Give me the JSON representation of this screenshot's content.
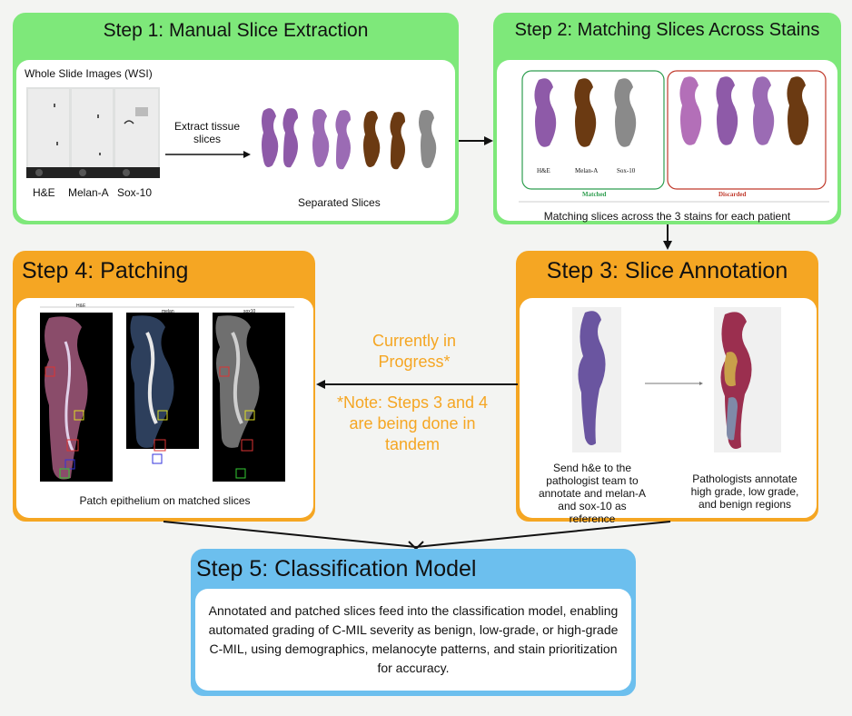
{
  "step1": {
    "title": "Step 1: Manual Slice Extraction",
    "wsi_label": "Whole Slide Images (WSI)",
    "stains": [
      "H&E",
      "Melan-A",
      "Sox-10"
    ],
    "arrow_label": "Extract tissue slices",
    "separated_label": "Separated Slices"
  },
  "step2": {
    "title": "Step 2: Matching Slices Across Stains",
    "matched_stains": [
      "H&E",
      "Melan-A",
      "Sox-10"
    ],
    "matched_label": "Matched",
    "discarded_label": "Discarded",
    "caption": "Matching slices across the 3 stains for each patient"
  },
  "step3": {
    "title": "Step 3: Slice Annotation",
    "left_caption": "Send h&e to the pathologist team to annotate and melan-A and sox-10 as reference",
    "right_caption": "Pathologists annotate high grade, low grade, and benign regions"
  },
  "step4": {
    "title": "Step 4: Patching",
    "panel_labels": [
      "H&E",
      "melan",
      "sox10"
    ],
    "caption": "Patch epithelium on matched slices"
  },
  "middle": {
    "progress": "Currently in Progress*",
    "note": "*Note: Steps 3 and 4 are being done in tandem"
  },
  "step5": {
    "title": "Step 5: Classification Model",
    "body": "Annotated and patched slices feed into the classification model, enabling automated grading of C-MIL severity as benign, low-grade, or high-grade C-MIL, using demographics, melanocyte patterns, and stain prioritization for accuracy."
  },
  "colors": {
    "green": "#7ee87a",
    "orange": "#f5a623",
    "blue": "#6cbfee",
    "he_purple": "#8e5aa8",
    "melan_brown": "#6b3a12",
    "sox_gray": "#8a8a8a",
    "matched_green": "#2e9e4f",
    "discarded_red": "#c0392b"
  }
}
